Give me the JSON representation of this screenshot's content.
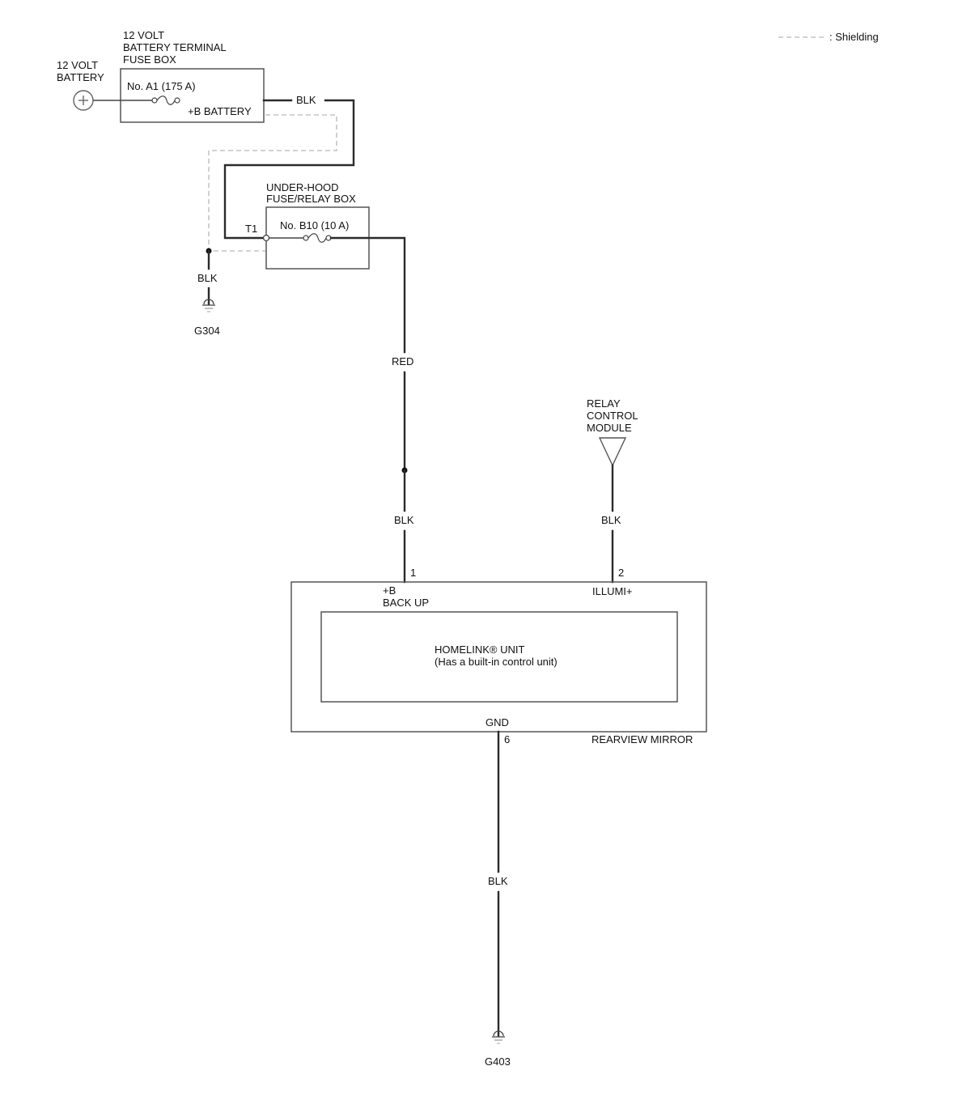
{
  "legend": {
    "shielding": ": Shielding"
  },
  "battery": {
    "line1": "12 VOLT",
    "line2": "BATTERY"
  },
  "battery_fuse_box": {
    "title1": "12 VOLT",
    "title2": "BATTERY TERMINAL",
    "title3": "FUSE BOX",
    "fuse": "No. A1 (175 A)",
    "output": "+B BATTERY"
  },
  "underhood_box": {
    "title1": "UNDER-HOOD",
    "title2": "FUSE/RELAY BOX",
    "terminal": "T1",
    "fuse": "No. B10 (10 A)"
  },
  "wires": {
    "w_battery_out": "BLK",
    "w_ground_g304": "BLK",
    "w_red": "RED",
    "w_pin1": "BLK",
    "w_pin2": "BLK",
    "w_gnd": "BLK"
  },
  "grounds": {
    "g304": "G304",
    "g403": "G403"
  },
  "relay_module": {
    "line1": "RELAY",
    "line2": "CONTROL",
    "line3": "MODULE"
  },
  "mirror": {
    "pin1": "1",
    "pin2": "2",
    "pin6": "6",
    "backup_line1": "+B",
    "backup_line2": "BACK UP",
    "illumi": "ILLUMI+",
    "gnd": "GND",
    "name": "REARVIEW MIRROR"
  },
  "homelink": {
    "line1": "HOMELINK® UNIT",
    "line2": "(Has a built-in control unit)"
  }
}
